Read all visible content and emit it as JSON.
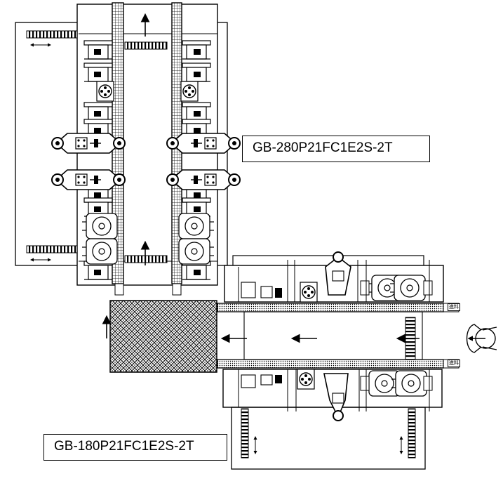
{
  "labels": {
    "machine_top": "GB-280P21FC1E2S-2T",
    "machine_bottom": "GB-180P21FC1E2S-2T"
  },
  "tags": {
    "input_top": "進料",
    "input_bottom": "進料"
  },
  "icons": [
    "flow-arrow-icon",
    "double-arrow-icon",
    "operator-icon",
    "grinding-wheel-icon",
    "motor-icon"
  ],
  "colors": {
    "line": "#000000",
    "background": "#ffffff"
  }
}
